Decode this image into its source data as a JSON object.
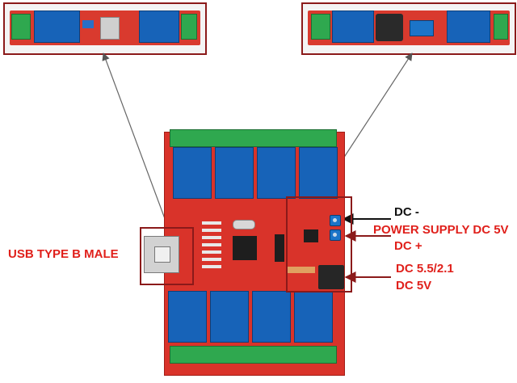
{
  "labels": {
    "usb": "USB TYPE B MALE",
    "dc_minus": "DC -",
    "power_supply": "POWER SUPPLY DC 5V",
    "dc_plus": "DC +",
    "dc_jack_1": "DC 5.5/2.1",
    "dc_jack_2": "DC 5V"
  },
  "colors": {
    "annotation_red": "#e0201b",
    "annotation_black": "#111111",
    "pcb": "#d9332a",
    "relay": "#1763b8",
    "terminal": "#2fa84f",
    "callout_frame": "#8b1a1a"
  }
}
